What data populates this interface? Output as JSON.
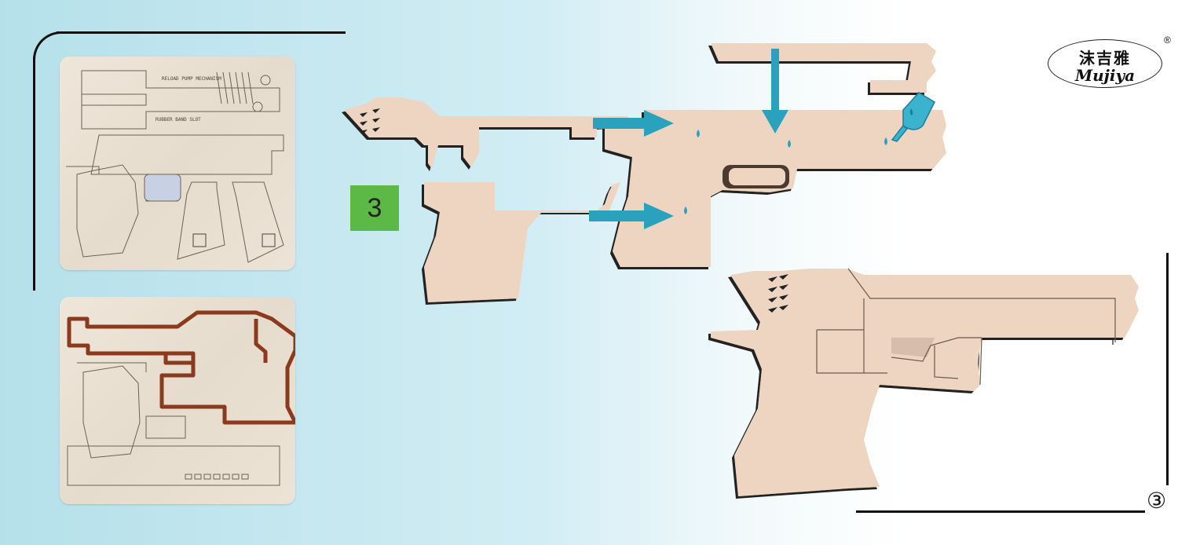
{
  "step_badge": "3",
  "step_number": "③",
  "logo": {
    "chinese": "沫吉雅",
    "english": "Mujiya",
    "registered": "®"
  },
  "sheet_top": {
    "engraving_1": "RELOAD PUMP MECHANISM",
    "engraving_2": "RUBBER BAND SLOT"
  },
  "colors": {
    "arrow": "#2aa2bd",
    "glue_bottle": "#3bb3cf",
    "wood": "#eed5c2",
    "badge": "#5cb946",
    "engraved_outline": "#8b3a1e"
  }
}
